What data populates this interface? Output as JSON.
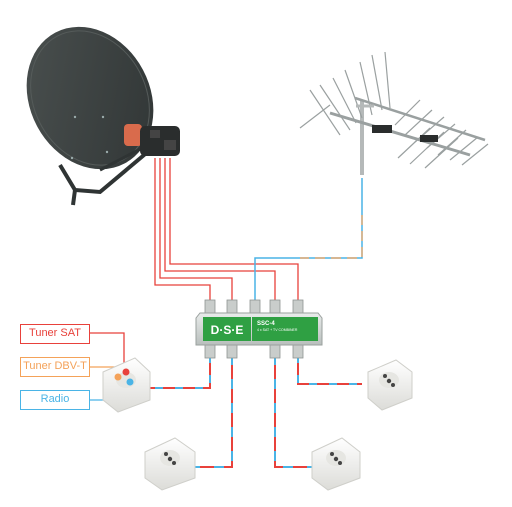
{
  "legend": [
    {
      "label": "Tuner SAT",
      "color": "#e8413b"
    },
    {
      "label": "Tuner DBV-T",
      "color": "#f4a259"
    },
    {
      "label": "Radio",
      "color": "#4ab4e6"
    }
  ],
  "splitter": {
    "brand": "D·S·E",
    "model": "SSC-4",
    "subtitle": "4 x SAT + TV COMBINER"
  },
  "colors": {
    "sat_cable": "#e8413b",
    "terrestrial_cable": "#4ab4e6",
    "dish": "#3a3f3f",
    "splitter_green": "#2fa043",
    "socket": "#f3f3f1"
  },
  "icons": [
    "satellite-dish-icon",
    "yagi-antenna-icon",
    "lnb-icon",
    "wall-socket-icon"
  ]
}
